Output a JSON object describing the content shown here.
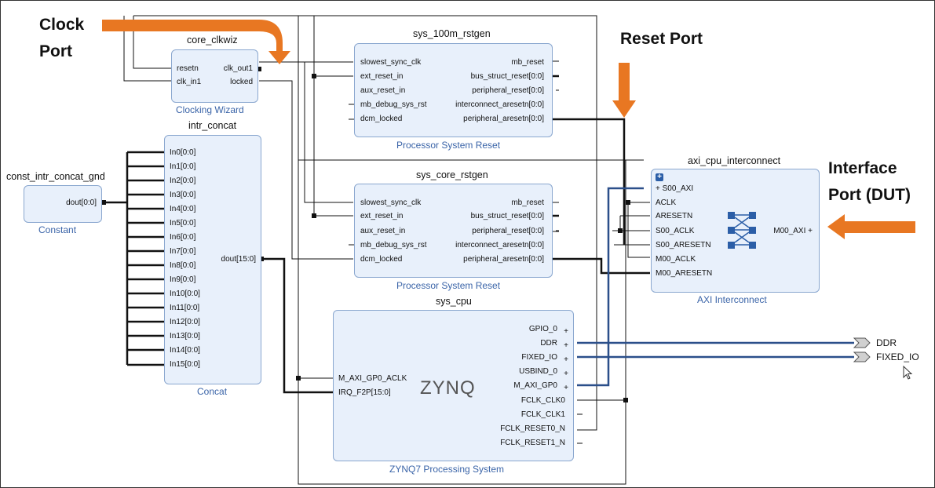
{
  "annotations": {
    "clock_port": "Clock\nPort",
    "reset_port": "Reset Port",
    "interface_port": "Interface\nPort (DUT)"
  },
  "colors": {
    "block_fill": "#e8f0fb",
    "block_border": "#8aa7cf",
    "subtitle": "#3a64a8",
    "arrow": "#e87722",
    "bus_wire": "#2b4f8a"
  },
  "blocks": {
    "core_clkwiz": {
      "title": "core_clkwiz",
      "subtitle": "Clocking Wizard",
      "left_pins": [
        "resetn",
        "clk_in1"
      ],
      "right_pins": [
        "clk_out1",
        "locked"
      ]
    },
    "sys_100m_rstgen": {
      "title": "sys_100m_rstgen",
      "subtitle": "Processor System Reset",
      "left_pins": [
        "slowest_sync_clk",
        "ext_reset_in",
        "aux_reset_in",
        "mb_debug_sys_rst",
        "dcm_locked"
      ],
      "right_pins": [
        "mb_reset",
        "bus_struct_reset[0:0]",
        "peripheral_reset[0:0]",
        "interconnect_aresetn[0:0]",
        "peripheral_aresetn[0:0]"
      ]
    },
    "sys_core_rstgen": {
      "title": "sys_core_rstgen",
      "subtitle": "Processor System Reset",
      "left_pins": [
        "slowest_sync_clk",
        "ext_reset_in",
        "aux_reset_in",
        "mb_debug_sys_rst",
        "dcm_locked"
      ],
      "right_pins": [
        "mb_reset",
        "bus_struct_reset[0:0]",
        "peripheral_reset[0:0]",
        "interconnect_aresetn[0:0]",
        "peripheral_aresetn[0:0]"
      ]
    },
    "intr_concat": {
      "title": "intr_concat",
      "subtitle": "Concat",
      "left_pins": [
        "In0[0:0]",
        "In1[0:0]",
        "In2[0:0]",
        "In3[0:0]",
        "In4[0:0]",
        "In5[0:0]",
        "In6[0:0]",
        "In7[0:0]",
        "In8[0:0]",
        "In9[0:0]",
        "In10[0:0]",
        "In11[0:0]",
        "In12[0:0]",
        "In13[0:0]",
        "In14[0:0]",
        "In15[0:0]"
      ],
      "right_pin": "dout[15:0]"
    },
    "const_intr_concat_gnd": {
      "title": "const_intr_concat_gnd",
      "subtitle": "Constant",
      "right_pin": "dout[0:0]"
    },
    "axi_cpu_interconnect": {
      "title": "axi_cpu_interconnect",
      "subtitle": "AXI Interconnect",
      "left_pins": [
        "S00_AXI",
        "ACLK",
        "ARESETN",
        "S00_ACLK",
        "S00_ARESETN",
        "M00_ACLK",
        "M00_ARESETN"
      ],
      "right_pin": "M00_AXI"
    },
    "sys_cpu": {
      "title": "sys_cpu",
      "subtitle": "ZYNQ7 Processing System",
      "logo": "ZYNQ",
      "left_pins": [
        "M_AXI_GP0_ACLK",
        "IRQ_F2P[15:0]"
      ],
      "right_pins": [
        "GPIO_0",
        "DDR",
        "FIXED_IO",
        "USBIND_0",
        "M_AXI_GP0",
        "FCLK_CLK0",
        "FCLK_CLK1",
        "FCLK_RESET0_N",
        "FCLK_RESET1_N"
      ]
    }
  },
  "external_ports": [
    "DDR",
    "FIXED_IO"
  ]
}
